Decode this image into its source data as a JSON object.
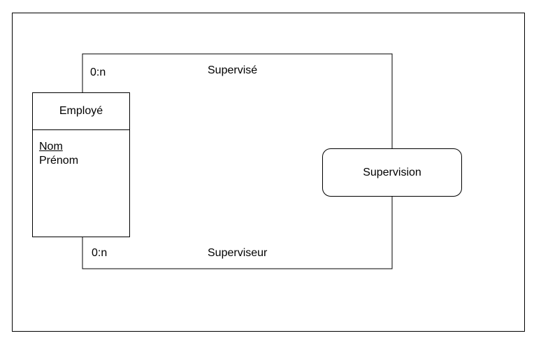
{
  "entity": {
    "name": "Employé",
    "attributes": [
      {
        "name": "Nom",
        "key": true
      },
      {
        "name": "Prénom",
        "key": false
      }
    ]
  },
  "relationship": {
    "name": "Supervision"
  },
  "links": [
    {
      "role": "Supervisé",
      "cardinality": "0:n"
    },
    {
      "role": "Superviseur",
      "cardinality": "0:n"
    }
  ],
  "colors": {
    "stroke": "#000000",
    "background": "#ffffff"
  }
}
